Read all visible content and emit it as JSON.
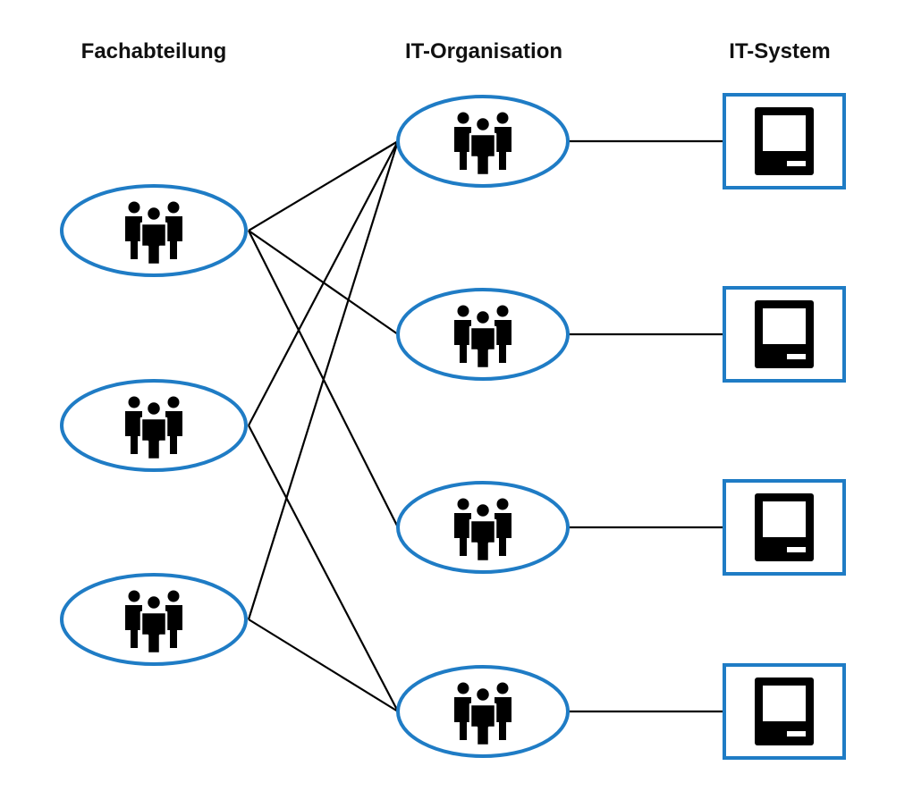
{
  "headers": {
    "department": "Fachabteilung",
    "it_organisation": "IT-Organisation",
    "it_system": "IT-System"
  },
  "colors": {
    "accent_blue": "#1f7cc5",
    "line": "#000000",
    "icon": "#000000"
  },
  "nodes": {
    "departments": [
      {
        "id": "dept-1",
        "icon": "people-group-icon"
      },
      {
        "id": "dept-2",
        "icon": "people-group-icon"
      },
      {
        "id": "dept-3",
        "icon": "people-group-icon"
      }
    ],
    "it_orgs": [
      {
        "id": "itorg-1",
        "icon": "people-group-icon"
      },
      {
        "id": "itorg-2",
        "icon": "people-group-icon"
      },
      {
        "id": "itorg-3",
        "icon": "people-group-icon"
      },
      {
        "id": "itorg-4",
        "icon": "people-group-icon"
      }
    ],
    "systems": [
      {
        "id": "system-1",
        "icon": "computer-icon"
      },
      {
        "id": "system-2",
        "icon": "computer-icon"
      },
      {
        "id": "system-3",
        "icon": "computer-icon"
      },
      {
        "id": "system-4",
        "icon": "computer-icon"
      }
    ]
  },
  "edges": [
    {
      "from": "dept-1",
      "to": "itorg-1"
    },
    {
      "from": "dept-1",
      "to": "itorg-2"
    },
    {
      "from": "dept-1",
      "to": "itorg-3"
    },
    {
      "from": "dept-2",
      "to": "itorg-1"
    },
    {
      "from": "dept-2",
      "to": "itorg-4"
    },
    {
      "from": "dept-3",
      "to": "itorg-1"
    },
    {
      "from": "dept-3",
      "to": "itorg-4"
    },
    {
      "from": "itorg-1",
      "to": "system-1"
    },
    {
      "from": "itorg-2",
      "to": "system-2"
    },
    {
      "from": "itorg-3",
      "to": "system-3"
    },
    {
      "from": "itorg-4",
      "to": "system-4"
    }
  ]
}
